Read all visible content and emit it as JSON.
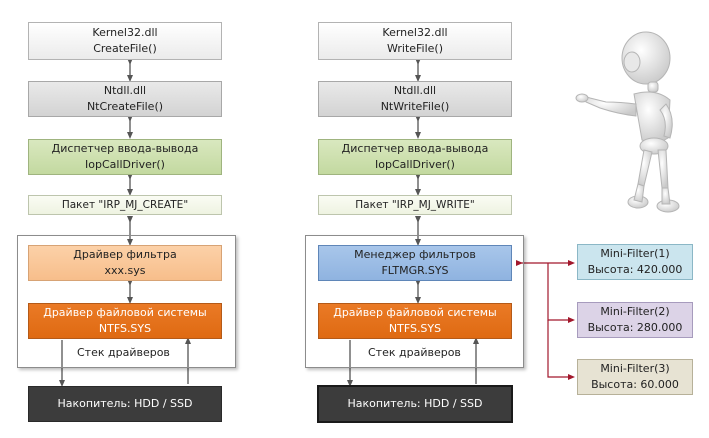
{
  "left": {
    "kernel": [
      "Kernel32.dll",
      "CreateFile()"
    ],
    "ntdll": [
      "Ntdll.dll",
      "NtCreateFile()"
    ],
    "io": [
      "Диспетчер ввода-вывода",
      "IopCallDriver()"
    ],
    "packet": "Пакет \"IRP_MJ_CREATE\"",
    "filter": [
      "Драйвер фильтра",
      "xxx.sys"
    ],
    "fs": [
      "Драйвер файловой системы",
      "NTFS.SYS"
    ],
    "stack_label": "Стек драйверов",
    "storage": "Накопитель: HDD / SSD"
  },
  "right": {
    "kernel": [
      "Kernel32.dll",
      "WriteFile()"
    ],
    "ntdll": [
      "Ntdll.dll",
      "NtWriteFile()"
    ],
    "io": [
      "Диспетчер ввода-вывода",
      "IopCallDriver()"
    ],
    "packet": "Пакет \"IRP_MJ_WRITE\"",
    "manager": [
      "Менеджер фильтров",
      "FLTMGR.SYS"
    ],
    "fs": [
      "Драйвер файловой системы",
      "NTFS.SYS"
    ],
    "stack_label": "Стек драйверов",
    "storage": "Накопитель: HDD / SSD"
  },
  "minifilters": [
    [
      "Mini-Filter(1)",
      "Высота: 420.000"
    ],
    [
      "Mini-Filter(2)",
      "Высота: 280.000"
    ],
    [
      "Mini-Filter(3)",
      "Высота: 60.000"
    ]
  ],
  "colors": {
    "connector": "#a2182c",
    "arrow": "#555555"
  }
}
